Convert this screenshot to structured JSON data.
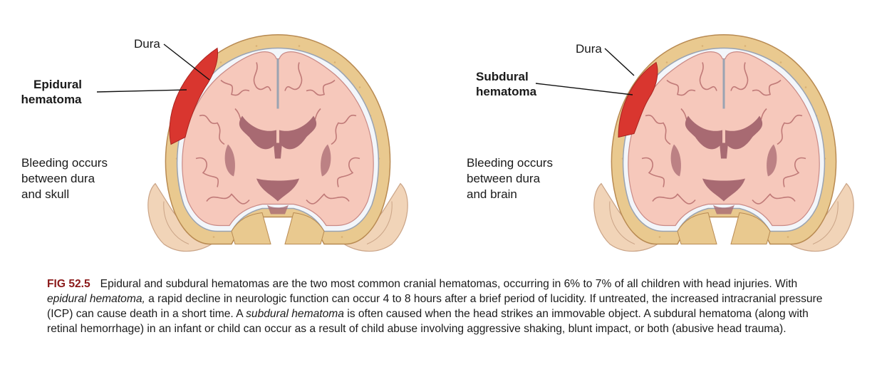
{
  "left_panel": {
    "dura_label": "Dura",
    "hematoma_label_line1": "Epidural",
    "hematoma_label_line2": "hematoma",
    "description": [
      "Bleeding occurs",
      "between dura",
      "and skull"
    ]
  },
  "right_panel": {
    "dura_label": "Dura",
    "hematoma_label_line1": "Subdural",
    "hematoma_label_line2": "hematoma",
    "description": [
      "Bleeding occurs",
      "between dura",
      "and brain"
    ]
  },
  "caption": {
    "fig_label": "FIG 52.5",
    "text_1": "Epidural and subdural hematomas are the two most common cranial hematomas, occurring in 6% to 7% of all children with head injuries. With ",
    "em_1": "epidural hematoma,",
    "text_2": " a rapid decline in neurologic function can occur 4 to 8 hours after a brief period of lucidity. If untreated, the increased intracranial pressure (ICP) can cause death in a short time. A ",
    "em_2": "subdural hematoma",
    "text_3": " is often caused when the head strikes an immovable object. A subdural hematoma (along with retinal hemorrhage) in an infant or child can occur as a result of child abuse involving aggressive shaking, blunt impact, or both (abusive head trauma)."
  },
  "colors": {
    "skull": "#e9c98f",
    "skin": "#f1d4b8",
    "brain": "#f6c8bb",
    "ventricle": "#a86a72",
    "hematoma": "#d9362f",
    "fig_label": "#8b1a1a"
  }
}
